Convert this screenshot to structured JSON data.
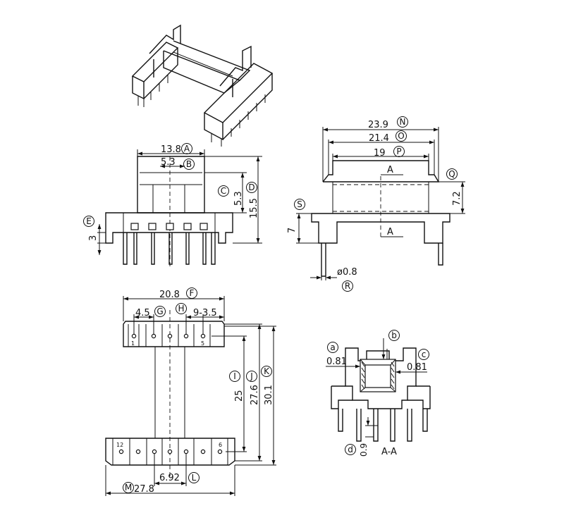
{
  "drawing": {
    "front_view": {
      "dims": {
        "A": "13.8",
        "B": "5.3",
        "C": "5.3",
        "D": "15.5",
        "E": "3"
      }
    },
    "side_view": {
      "dims": {
        "N": "23.9",
        "O": "21.4",
        "P": "19",
        "Q": "7.2",
        "S": "7",
        "R": "ø0.8"
      },
      "section_marks": [
        "A",
        "A"
      ]
    },
    "top_view": {
      "dims": {
        "F": "20.8",
        "G": "4.5",
        "H": "9-3.5",
        "I": "25",
        "J": "27.6",
        "K": "30.1",
        "L": "6.92",
        "M": "27.8"
      },
      "pin_numbers": [
        "1",
        "5",
        "12",
        "6"
      ]
    },
    "section_view": {
      "title": "A-A",
      "dims": {
        "a": "0.81",
        "c": "0.81",
        "d": "0.9"
      }
    },
    "circle_labels": [
      "A",
      "B",
      "C",
      "D",
      "E",
      "F",
      "G",
      "H",
      "I",
      "J",
      "K",
      "L",
      "M",
      "N",
      "O",
      "P",
      "Q",
      "R",
      "S",
      "a",
      "b",
      "c",
      "d"
    ]
  }
}
